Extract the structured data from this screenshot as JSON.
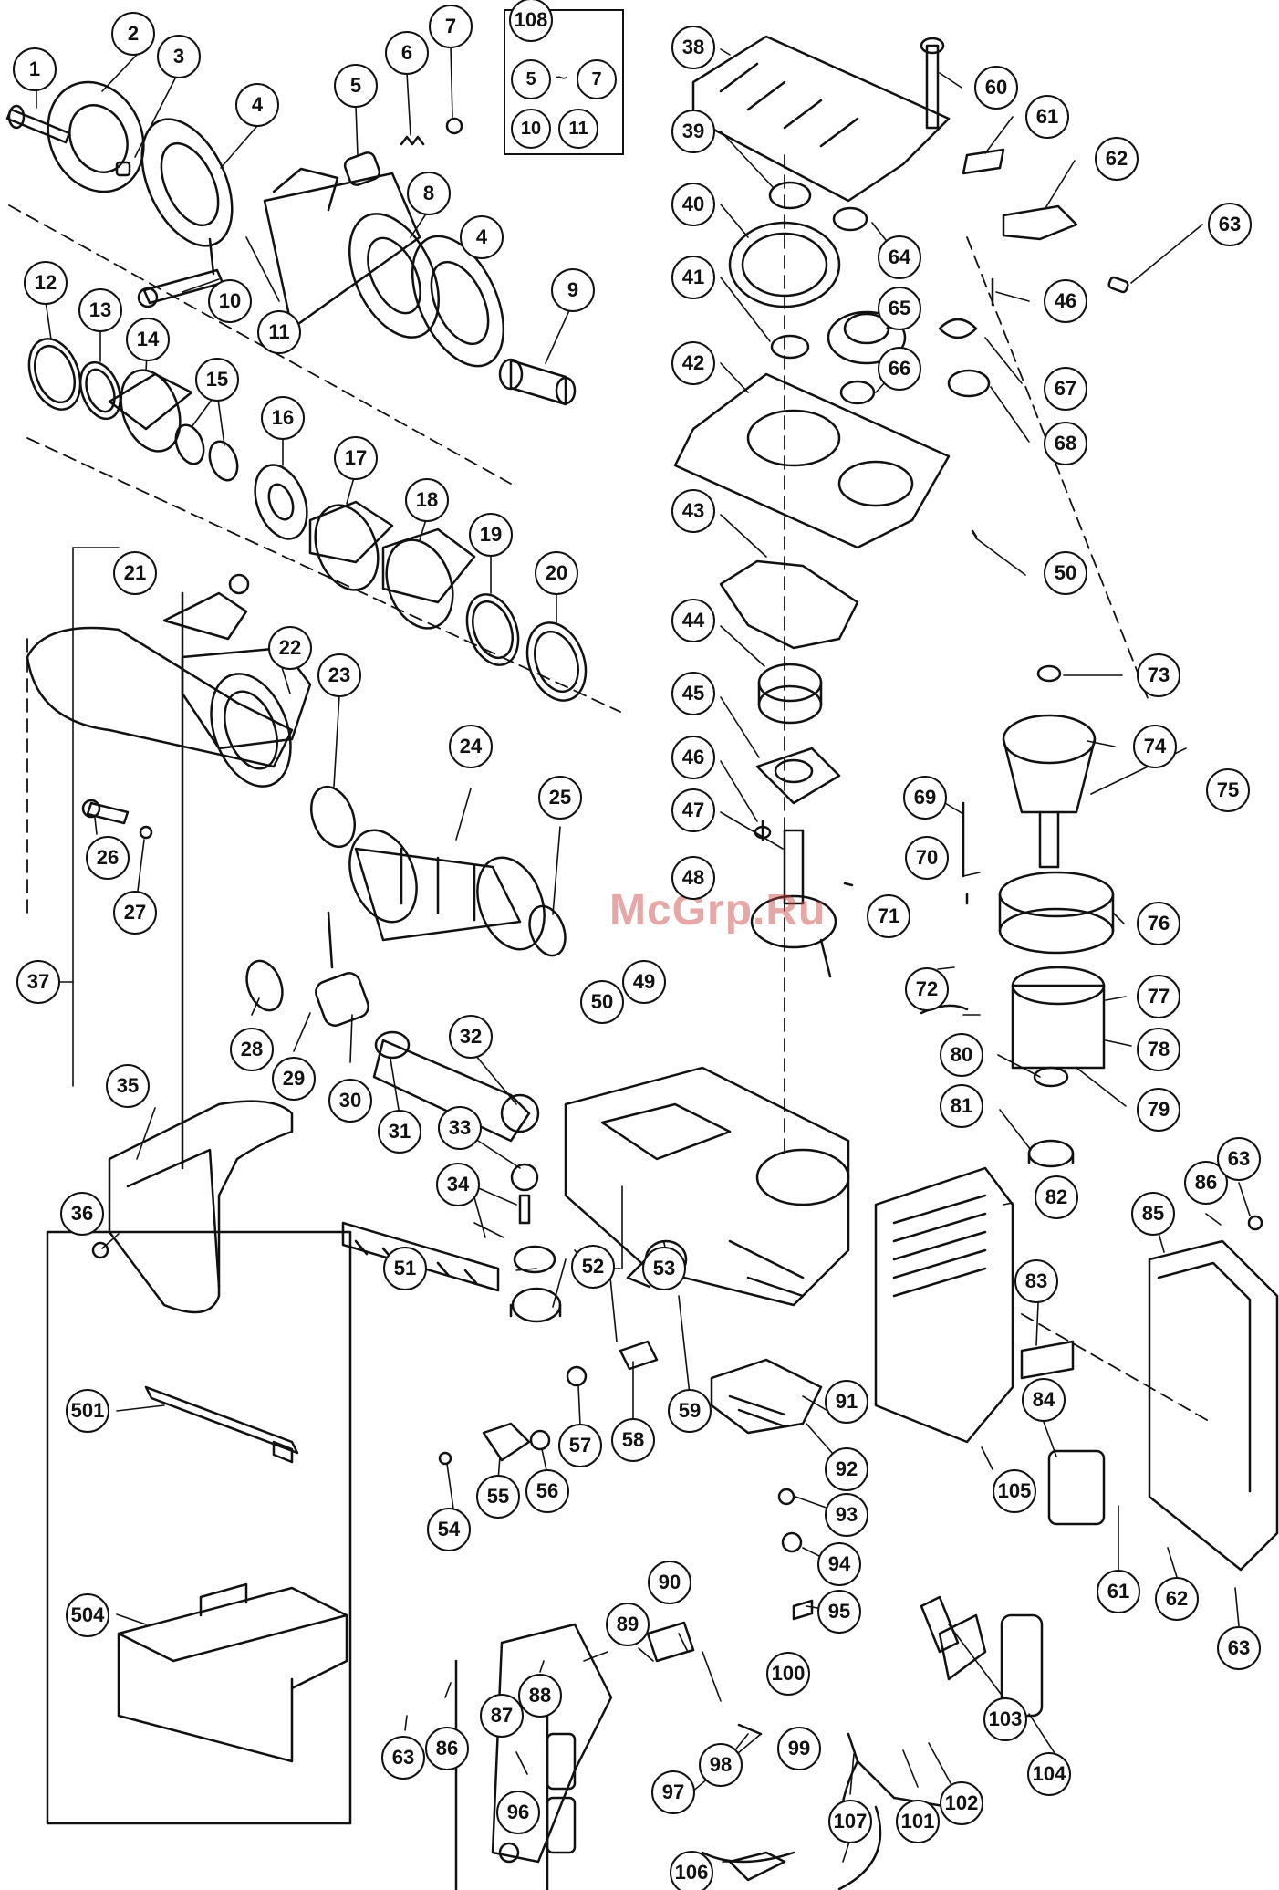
{
  "watermark": "McGrp.Ru",
  "kit": {
    "number": "108",
    "contents": [
      "5",
      "7",
      "10",
      "11"
    ],
    "tilde": "~"
  },
  "callouts": {
    "p1": "1",
    "p2": "2",
    "p3": "3",
    "p4a": "4",
    "p4b": "4",
    "p5": "5",
    "p6": "6",
    "p7": "7",
    "p8": "8",
    "p9": "9",
    "p10": "10",
    "p11": "11",
    "p12": "12",
    "p13": "13",
    "p14": "14",
    "p15": "15",
    "p16": "16",
    "p17": "17",
    "p18": "18",
    "p19": "19",
    "p20": "20",
    "p21": "21",
    "p22": "22",
    "p23": "23",
    "p24": "24",
    "p25": "25",
    "p26": "26",
    "p27": "27",
    "p28": "28",
    "p29": "29",
    "p30": "30",
    "p31": "31",
    "p32": "32",
    "p33": "33",
    "p34": "34",
    "p35": "35",
    "p36": "36",
    "p37": "37",
    "p38": "38",
    "p39": "39",
    "p40": "40",
    "p41": "41",
    "p42": "42",
    "p43": "43",
    "p44": "44",
    "p45": "45",
    "p46a": "46",
    "p46b": "46",
    "p47": "47",
    "p48": "48",
    "p49": "49",
    "p50a": "50",
    "p50b": "50",
    "p51": "51",
    "p52": "52",
    "p53": "53",
    "p54": "54",
    "p55": "55",
    "p56": "56",
    "p57": "57",
    "p58": "58",
    "p59": "59",
    "p60": "60",
    "p61a": "61",
    "p61b": "61",
    "p62a": "62",
    "p62b": "62",
    "p63a": "63",
    "p63b": "63",
    "p63c": "63",
    "p63d": "63",
    "p64": "64",
    "p65": "65",
    "p66": "66",
    "p67": "67",
    "p68": "68",
    "p69": "69",
    "p70": "70",
    "p71": "71",
    "p72": "72",
    "p73": "73",
    "p74": "74",
    "p75": "75",
    "p76": "76",
    "p77": "77",
    "p78": "78",
    "p79": "79",
    "p80": "80",
    "p81": "81",
    "p82": "82",
    "p83": "83",
    "p84": "84",
    "p85": "85",
    "p86a": "86",
    "p86b": "86",
    "p87": "87",
    "p88": "88",
    "p89": "89",
    "p90": "90",
    "p91": "91",
    "p92": "92",
    "p93": "93",
    "p94": "94",
    "p95": "95",
    "p96": "96",
    "p97": "97",
    "p98": "98",
    "p99": "99",
    "p100": "100",
    "p101": "101",
    "p102": "102",
    "p103": "103",
    "p104": "104",
    "p105": "105",
    "p106": "106",
    "p107": "107",
    "p501": "501",
    "p504": "504"
  }
}
